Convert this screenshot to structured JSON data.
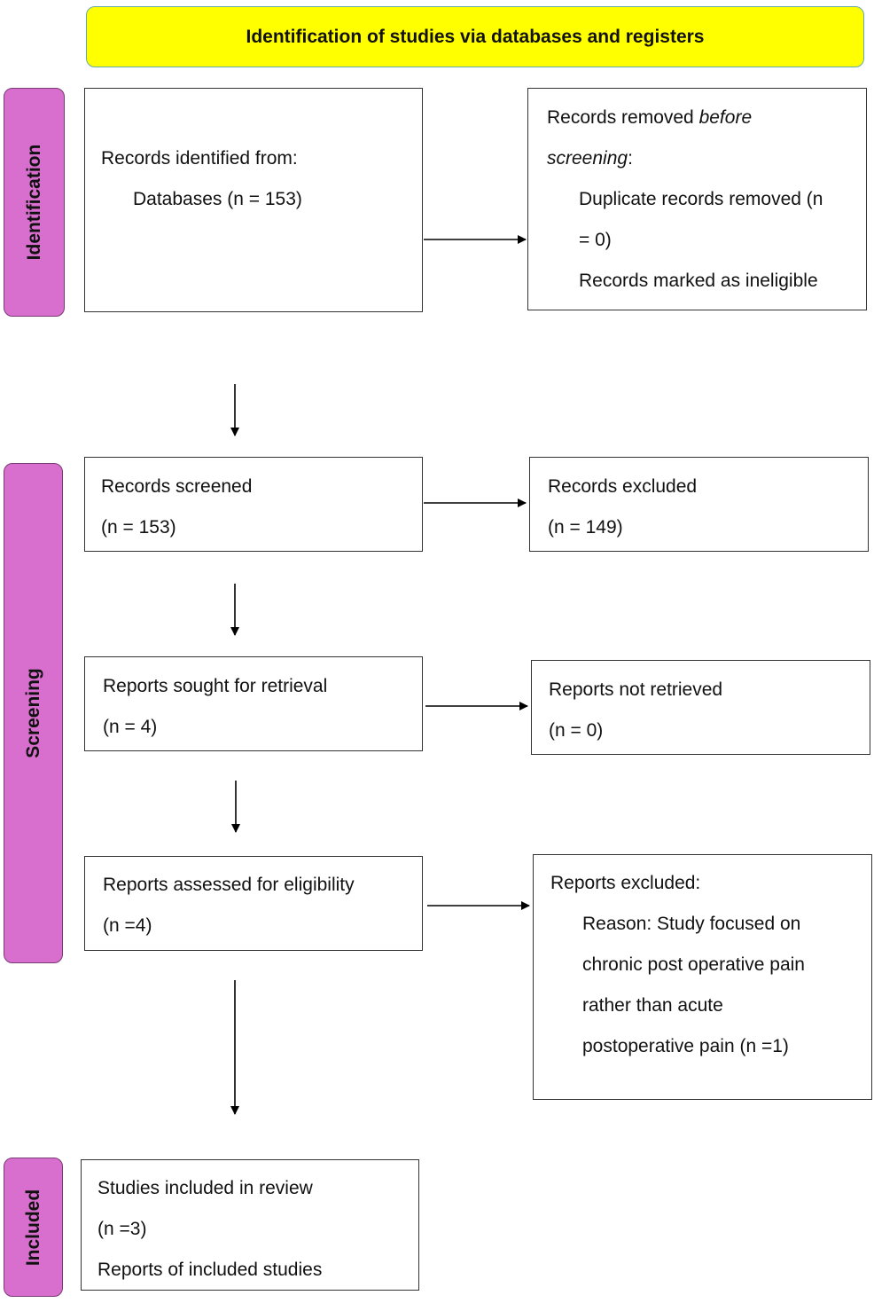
{
  "header": {
    "title": "Identification of studies via databases and registers"
  },
  "phases": {
    "identification": "Identification",
    "screening": "Screening",
    "included": "Included"
  },
  "identified": {
    "line1": "Records identified from:",
    "line2": "Databases (n = 153)"
  },
  "removed": {
    "line1_a": "Records removed ",
    "line1_b": "before",
    "line2_a": "screening",
    "line2_b": ":",
    "line3": "Duplicate records removed (n",
    "line4": "= 0)",
    "line5": "Records marked as ineligible"
  },
  "screened": {
    "line1": "Records screened",
    "line2": "(n = 153)"
  },
  "excluded": {
    "line1": "Records excluded",
    "line2": "(n = 149)"
  },
  "sought": {
    "line1": "Reports sought for retrieval",
    "line2": "(n = 4)"
  },
  "not_retrieved": {
    "line1": "Reports not retrieved",
    "line2": "(n = 0)"
  },
  "assessed": {
    "line1": "Reports assessed for eligibility",
    "line2": "(n =4)"
  },
  "reports_excluded": {
    "line1": "Reports excluded:",
    "line2": "Reason: Study focused on",
    "line3": "chronic post operative pain",
    "line4": "rather than acute",
    "line5": "postoperative pain (n =1)"
  },
  "included_box": {
    "line1": "Studies included in review",
    "line2": "(n =3)",
    "line3": "Reports of included studies"
  }
}
